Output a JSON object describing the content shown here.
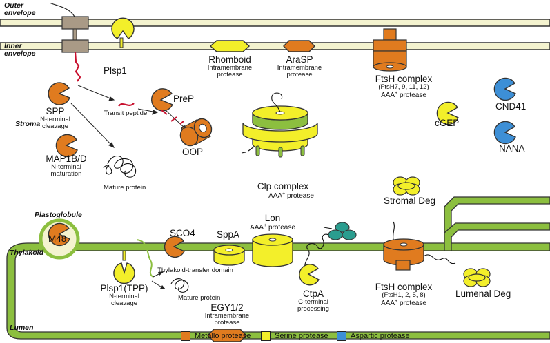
{
  "compartments": {
    "outer_envelope": "Outer\nenvelope",
    "inner_envelope": "Inner\nenvelope",
    "stroma": "Stroma",
    "plastoglobule": "Plastoglobule",
    "thylakoid": "Thylakoid",
    "lumen": "Lumen"
  },
  "envelope": {
    "plsp1": "Plsp1",
    "rhomboid": {
      "name": "Rhomboid",
      "sub": "Intramembrane\nprotease"
    },
    "arasp": {
      "name": "AraSP",
      "sub": "Intramembrane\nprotease"
    },
    "ftsh_env": {
      "name": "FtsH complex",
      "sub": "(FtsH7, 9, 11, 12)",
      "sub2": "AAA",
      "sup": "+",
      "sub3": " protease"
    }
  },
  "stroma": {
    "spp": {
      "name": "SPP",
      "sub": "N-terminal\ncleavage"
    },
    "transit_peptide": "Transit\npeptide",
    "prep": "PreP",
    "oop": "OOP",
    "map1bd": {
      "name": "MAP1B/D",
      "sub": "N-terminal\nmaturation"
    },
    "mature_protein": "Mature protein",
    "clp": {
      "name": "Clp complex",
      "sub": "AAA",
      "sup": "+",
      "sub2": " protease"
    },
    "cgep": "cGEP",
    "cnd41": "CND41",
    "nana": "NANA",
    "stromal_deg": "Stromal Deg"
  },
  "thylakoid": {
    "m48": "M48",
    "sco4": "SCO4",
    "sppa": "SppA",
    "lon": {
      "name": "Lon",
      "sub": "AAA",
      "sup": "+",
      "sub2": " protease"
    },
    "plsp1_tpp": {
      "name": "Plsp1(TPP)",
      "sub": "N-terminal\ncleavage"
    },
    "ttd": "Thylakoid-transfer\ndomain",
    "mature_protein": "Mature\nprotein",
    "egy": {
      "name": "EGY1/2",
      "sub": "Intramembrane\nprotease"
    },
    "ctpa": {
      "name": "CtpA",
      "sub": "C-terminal\nprocessing"
    },
    "ftsh_thy": {
      "name": "FtsH complex",
      "sub": "(FtsH1, 2, 5, 8)",
      "sub2": "AAA",
      "sup": "+",
      "sub3": " protease"
    },
    "lumenal_deg": "Lumenal Deg"
  },
  "legend": [
    {
      "label": "Metallo protease",
      "color": "#e07b1f"
    },
    {
      "label": "Serine protease",
      "color": "#f3ef2a"
    },
    {
      "label": "Aspartic protease",
      "color": "#3d8fd6"
    }
  ],
  "colors": {
    "membrane": "#f4f3cf",
    "thylakoid_green": "#8cbf3f",
    "metallo": "#e07b1f",
    "serine": "#f3ef2a",
    "aspartic": "#3d8fd6",
    "teal": "#2a9d8f"
  }
}
